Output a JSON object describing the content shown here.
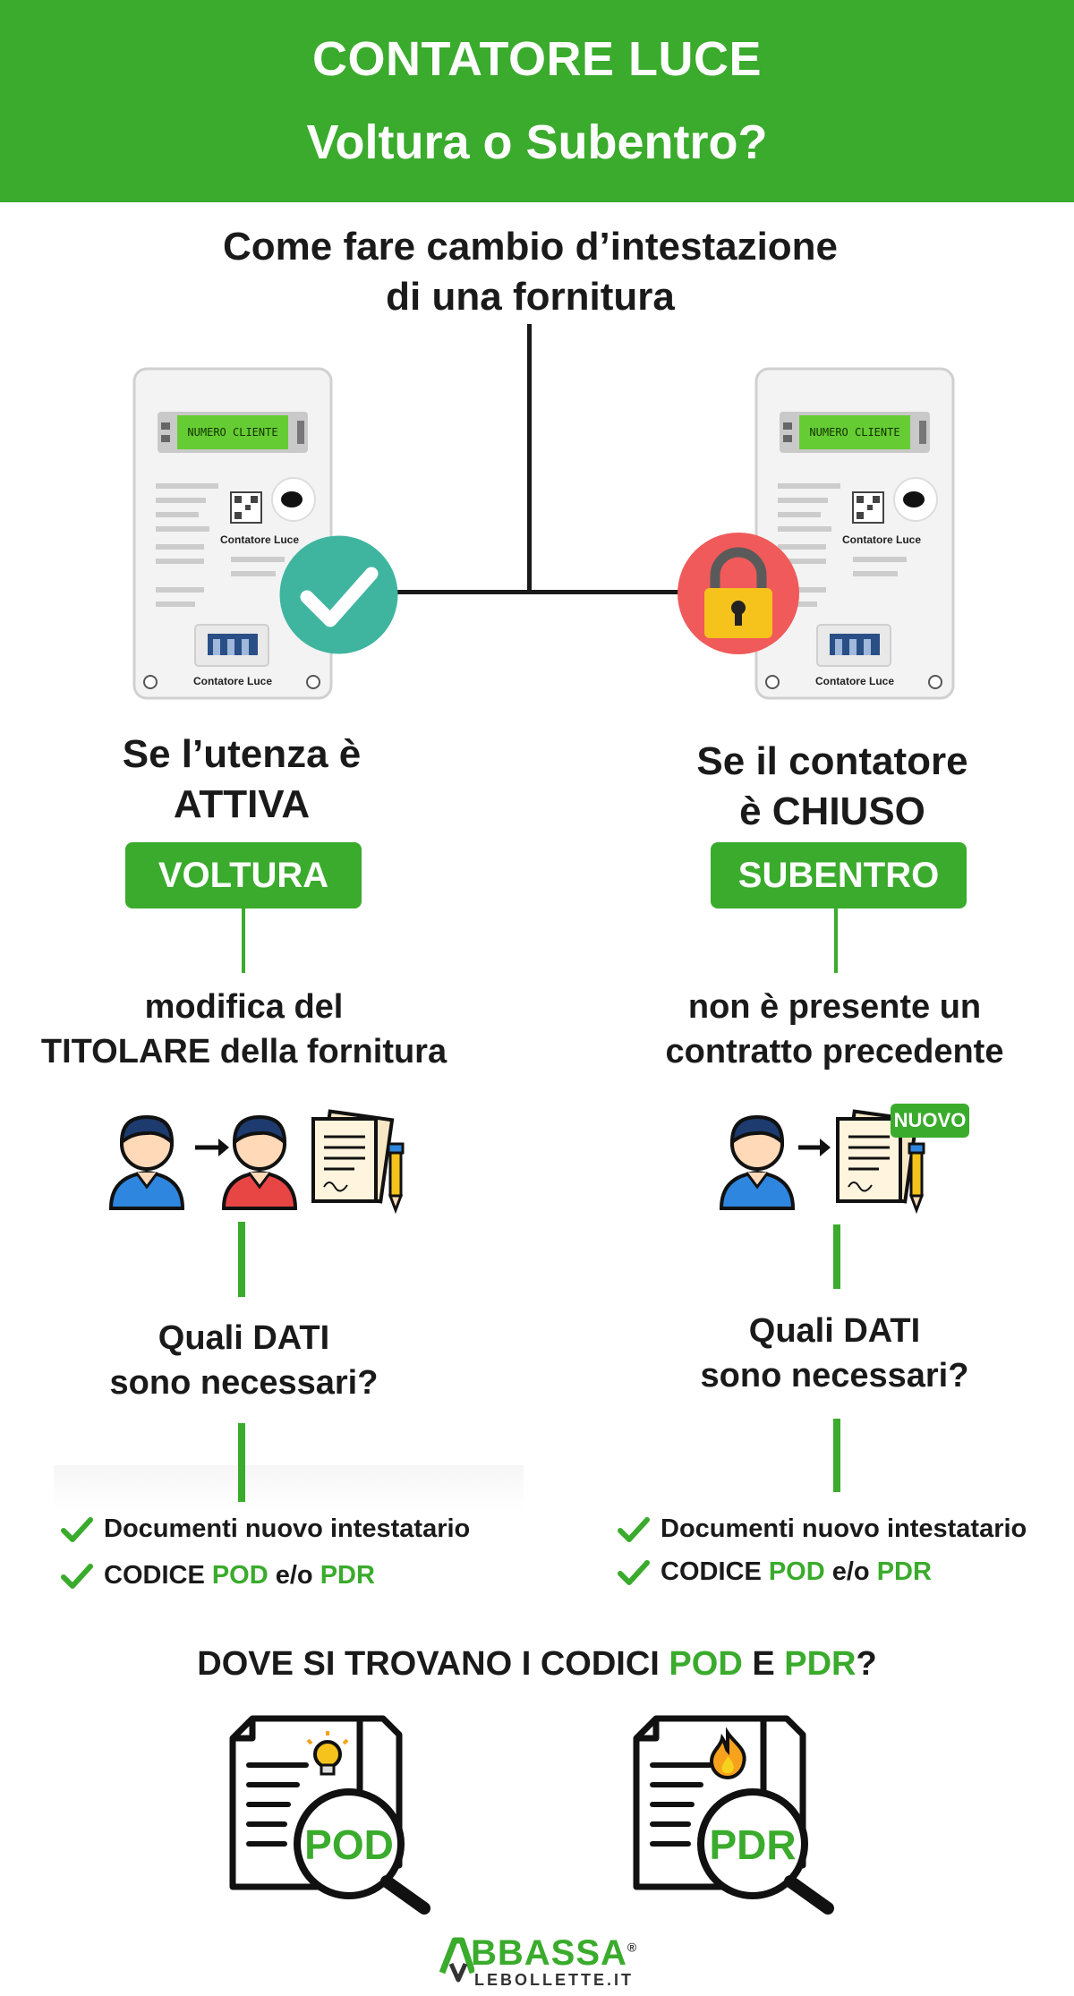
{
  "header": {
    "title": "CONTATORE LUCE",
    "subtitle": "Voltura o Subentro?"
  },
  "intro": {
    "line1": "Come fare cambio d’intestazione",
    "line2": "di una fornitura"
  },
  "meter": {
    "display_label": "NUMERO CLIENTE",
    "brand_label": "Contatore Luce",
    "bottom_label": "Contatore Luce"
  },
  "left": {
    "condition_line1": "Se l’utenza è",
    "condition_line2": "ATTIVA",
    "badge": "VOLTURA",
    "description_line1": "modifica del",
    "description_line2": "TITOLARE della fornitura",
    "question_line1": "Quali DATI",
    "question_line2": "sono necessari?",
    "checks": [
      {
        "text": "Documenti nuovo intestatario"
      },
      {
        "prefix": "CODICE ",
        "pod": "POD",
        "mid": " e/o ",
        "pdr": "PDR"
      }
    ],
    "status_icon": "checkmark-icon"
  },
  "right": {
    "condition_line1": "Se il contatore",
    "condition_line2": "è CHIUSO",
    "badge": "SUBENTRO",
    "description_line1": "non è presente un",
    "description_line2": "contratto precedente",
    "new_tag": "NUOVO",
    "question_line1": "Quali DATI",
    "question_line2": "sono necessari?",
    "checks": [
      {
        "text": "Documenti nuovo intestatario"
      },
      {
        "prefix": "CODICE ",
        "pod": "POD",
        "mid": " e/o ",
        "pdr": "PDR"
      }
    ],
    "status_icon": "padlock-icon"
  },
  "footer": {
    "question_prefix": "DOVE SI TROVANO I CODICI ",
    "pod": "POD",
    "and": " E ",
    "pdr": "PDR",
    "question_suffix": "?",
    "pod_label": "POD",
    "pdr_label": "PDR",
    "logo_main": "BBASSA",
    "logo_reg": "®",
    "logo_sub": "LEBOLLETTE.IT"
  },
  "colors": {
    "brand_green": "#3aab2c",
    "check_teal": "#3fb5a0",
    "lock_red": "#f05a5a",
    "lock_yellow": "#f6c21c"
  }
}
